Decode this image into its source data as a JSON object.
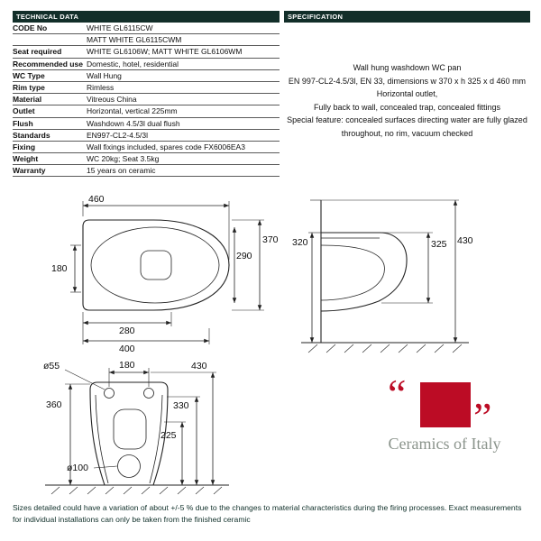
{
  "header": {
    "technical_data_label": "TECHNICAL DATA",
    "specification_label": "SPECIFICATION"
  },
  "colors": {
    "header_bg": "#122e29",
    "logo_red": "#bc0c25",
    "brand_text": "#8b948c"
  },
  "table": {
    "rows": [
      {
        "label": "CODE No",
        "value": "WHITE GL6115CW"
      },
      {
        "label": "",
        "value": "MATT WHITE GL6115CWM"
      },
      {
        "label": "Seat required",
        "value": "WHITE GL6106W; MATT WHITE GL6106WM"
      },
      {
        "label": "Recommended use",
        "value": "Domestic, hotel, residential"
      },
      {
        "label": "WC Type",
        "value": "Wall Hung"
      },
      {
        "label": "Rim type",
        "value": "Rimless"
      },
      {
        "label": "Material",
        "value": "Vitreous China"
      },
      {
        "label": "Outlet",
        "value": "Horizontal, vertical 225mm"
      },
      {
        "label": "Flush",
        "value": "Washdown 4.5/3l dual flush"
      },
      {
        "label": "Standards",
        "value": "EN997-CL2-4.5/3l"
      },
      {
        "label": "Fixing",
        "value": "Wall fixings included, spares code FX6006EA3"
      },
      {
        "label": "Weight",
        "value": "WC 20kg; Seat 3.5kg"
      },
      {
        "label": "Warranty",
        "value": "15 years on ceramic"
      }
    ]
  },
  "specification": {
    "lines": [
      "Wall hung washdown WC pan",
      "EN 997-CL2-4.5/3l, EN 33, dimensions w 370 x h 325 x d 460 mm",
      "Horizontal outlet,",
      "Fully back to wall, concealed trap, concealed fittings",
      "Special feature: concealed surfaces directing water are fully glazed",
      "throughout, no rim, vacuum checked"
    ]
  },
  "drawings": {
    "top_view": {
      "dim_width_top": "460",
      "dim_left": "180",
      "dim_right_outer": "370",
      "dim_right_inner": "290",
      "dim_bottom_inner": "280",
      "dim_bottom_outer": "400"
    },
    "side_view": {
      "dim_left": "320",
      "dim_right_inner": "325",
      "dim_right_outer": "430"
    },
    "front_view": {
      "dim_hole_top": "ø55",
      "dim_top": "180",
      "dim_right_outer": "430",
      "dim_left": "360",
      "dim_right_mid": "330",
      "dim_right_inner": "225",
      "dim_hole_bottom": "ø100"
    }
  },
  "logo": {
    "open_quote": "“",
    "close_quote": "”",
    "name": "Ceramics of Italy"
  },
  "footer": {
    "text": "Sizes detailed could have a variation of about +/-5 % due to the changes to  material characteristics during the firing processes. Exact measurements for individual installations can only be taken from the finished ceramic"
  }
}
